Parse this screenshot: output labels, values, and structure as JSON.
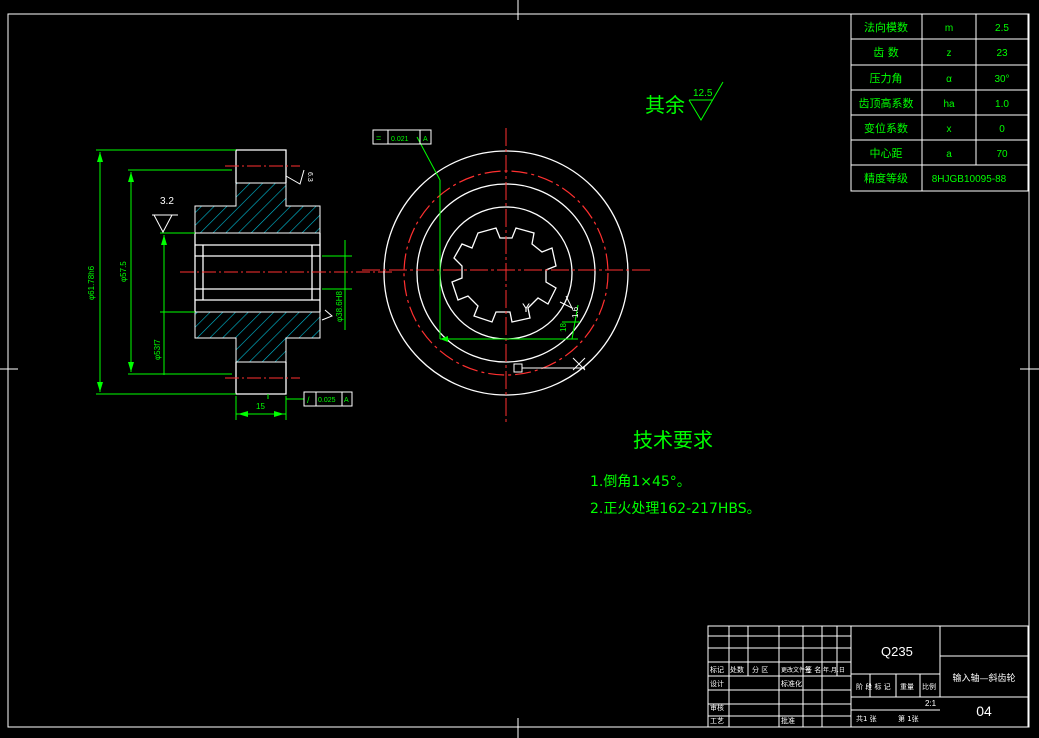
{
  "params_table": {
    "rows": [
      {
        "name": "法向模数",
        "symbol": "m",
        "value": "2.5"
      },
      {
        "name": "齿 数",
        "symbol": "z",
        "value": "23"
      },
      {
        "name": "压力角",
        "symbol": "α",
        "value": "30°"
      },
      {
        "name": "齿顶高系数",
        "symbol": "ha",
        "value": "1.0"
      },
      {
        "name": "变位系数",
        "symbol": "x",
        "value": "0"
      },
      {
        "name": "中心距",
        "symbol": "a",
        "value": "70"
      }
    ],
    "precision_label": "精度等级",
    "precision_value": "8HJGB10095-88"
  },
  "roughness_note": {
    "label": "其余",
    "value": "12.5"
  },
  "left_view": {
    "roughness_top": "3.2",
    "roughness_side": "6.3",
    "dim_tip_dia": "φ61.78h6",
    "dim_dia2": "φ57.5",
    "dim_bore": "φ53f7",
    "dim_width": "15",
    "dim_inner": "φ38.6H8",
    "tol_frame_symbol": "/",
    "tol_frame_value": "0.025",
    "tol_frame_datum": "A"
  },
  "right_view": {
    "tol_frame_symbol": "=",
    "tol_frame_value": "0.021",
    "tol_frame_datum": "A",
    "dim_keyway": "18",
    "roughness_keyway": "1.6",
    "mark_y": "Y"
  },
  "tech_requirements": {
    "title": "技术要求",
    "items": [
      "1.倒角1×45°。",
      "2.正火处理162-217HBS。"
    ]
  },
  "title_block": {
    "material": "Q235",
    "part_name": "输入轴—斜齿轮",
    "drawing_no": "04",
    "scale": "2:1",
    "row_headers": [
      "标记",
      "处数",
      "分 区",
      "更改文件号",
      "签 名",
      "年.月.日"
    ],
    "labels_left": [
      "设计",
      "标准化",
      "审核",
      "工艺",
      "批准"
    ],
    "stage_labels": [
      "阶 段 标 记",
      "重量",
      "比例"
    ],
    "sheet_info": [
      "共1 张",
      "第 1张"
    ]
  }
}
